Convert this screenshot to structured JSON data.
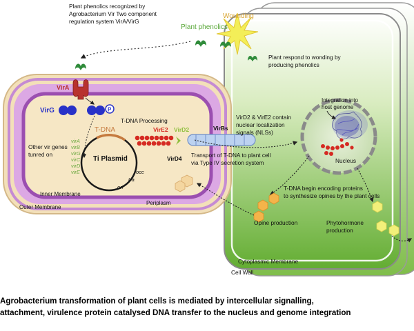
{
  "labels": {
    "wounding": "Wounding",
    "plant_phenolics": "Plant phenolics",
    "recognized": [
      "Plant phenolics recognized by",
      "Agrobacterium Vir Two component",
      "regulation system VirA/VirG"
    ],
    "plant_respond": [
      "Plant respond to wonding by",
      "producing phenolics"
    ],
    "vira": "VirA",
    "virg": "VirG",
    "p": "P",
    "tdna_processing": "T-DNA Processing",
    "tdna": "T-DNA",
    "vire2": "VirE2",
    "vird2": "VirD2",
    "virb": "VirBs",
    "vird4": "VirD4",
    "other_vir": [
      "Other vir genes",
      "tunred on"
    ],
    "vir_genes": [
      "virA",
      "virB",
      "virG",
      "virC",
      "virD",
      "virE"
    ],
    "ti_plasmid": "Ti Plasmid",
    "occ": "occ",
    "tra": "tra",
    "ori": "ori",
    "inner_membrane": "Inner Membrane",
    "outer_membrane": "Outer Membrane",
    "periplasm": "Periplasm",
    "nls": [
      "VirD2 & VirE2 contain",
      "nuclear localization",
      "signals (NLSs)"
    ],
    "integration": [
      "Integration into",
      "host genome"
    ],
    "transport": [
      "Transport of T-DNA to plant cell",
      "via Type IV secretion system"
    ],
    "nucleus": "Nucleus",
    "tdna_encoding": [
      "T-DNA begin encoding proteins",
      "to synthesize opines by the plant cells"
    ],
    "opine": "Opine production",
    "phytohormone": [
      "Phytohormone",
      "production"
    ],
    "cytoplasmic_membrane": "Cytoplasmic Membrane",
    "cell_wall": "Cell Wall"
  },
  "caption": [
    "Agrobacterium transformation of plant cells is mediated by intercellular signalling,",
    "attachment, virulence protein catalysed DNA transfer to the nucleus and genome integration"
  ],
  "colors": {
    "bacterium_outer": "#f3e0b9",
    "outer_membrane": "#c58bd3",
    "periplasm": "#d9a4e2",
    "inner_membrane": "#9b4fb0",
    "cytoplasm": "#f6e7c5",
    "plant_green": "#6fb33b",
    "phenolic": "#2f8b3a",
    "vira": "#b8322e",
    "virg": "#2832c8",
    "vire2": "#d52a22",
    "vird2_label": "#8fbf3e",
    "tdna_label": "#c57a3e",
    "opine": "#f4b44a",
    "phytohormone": "#f2f07a"
  }
}
